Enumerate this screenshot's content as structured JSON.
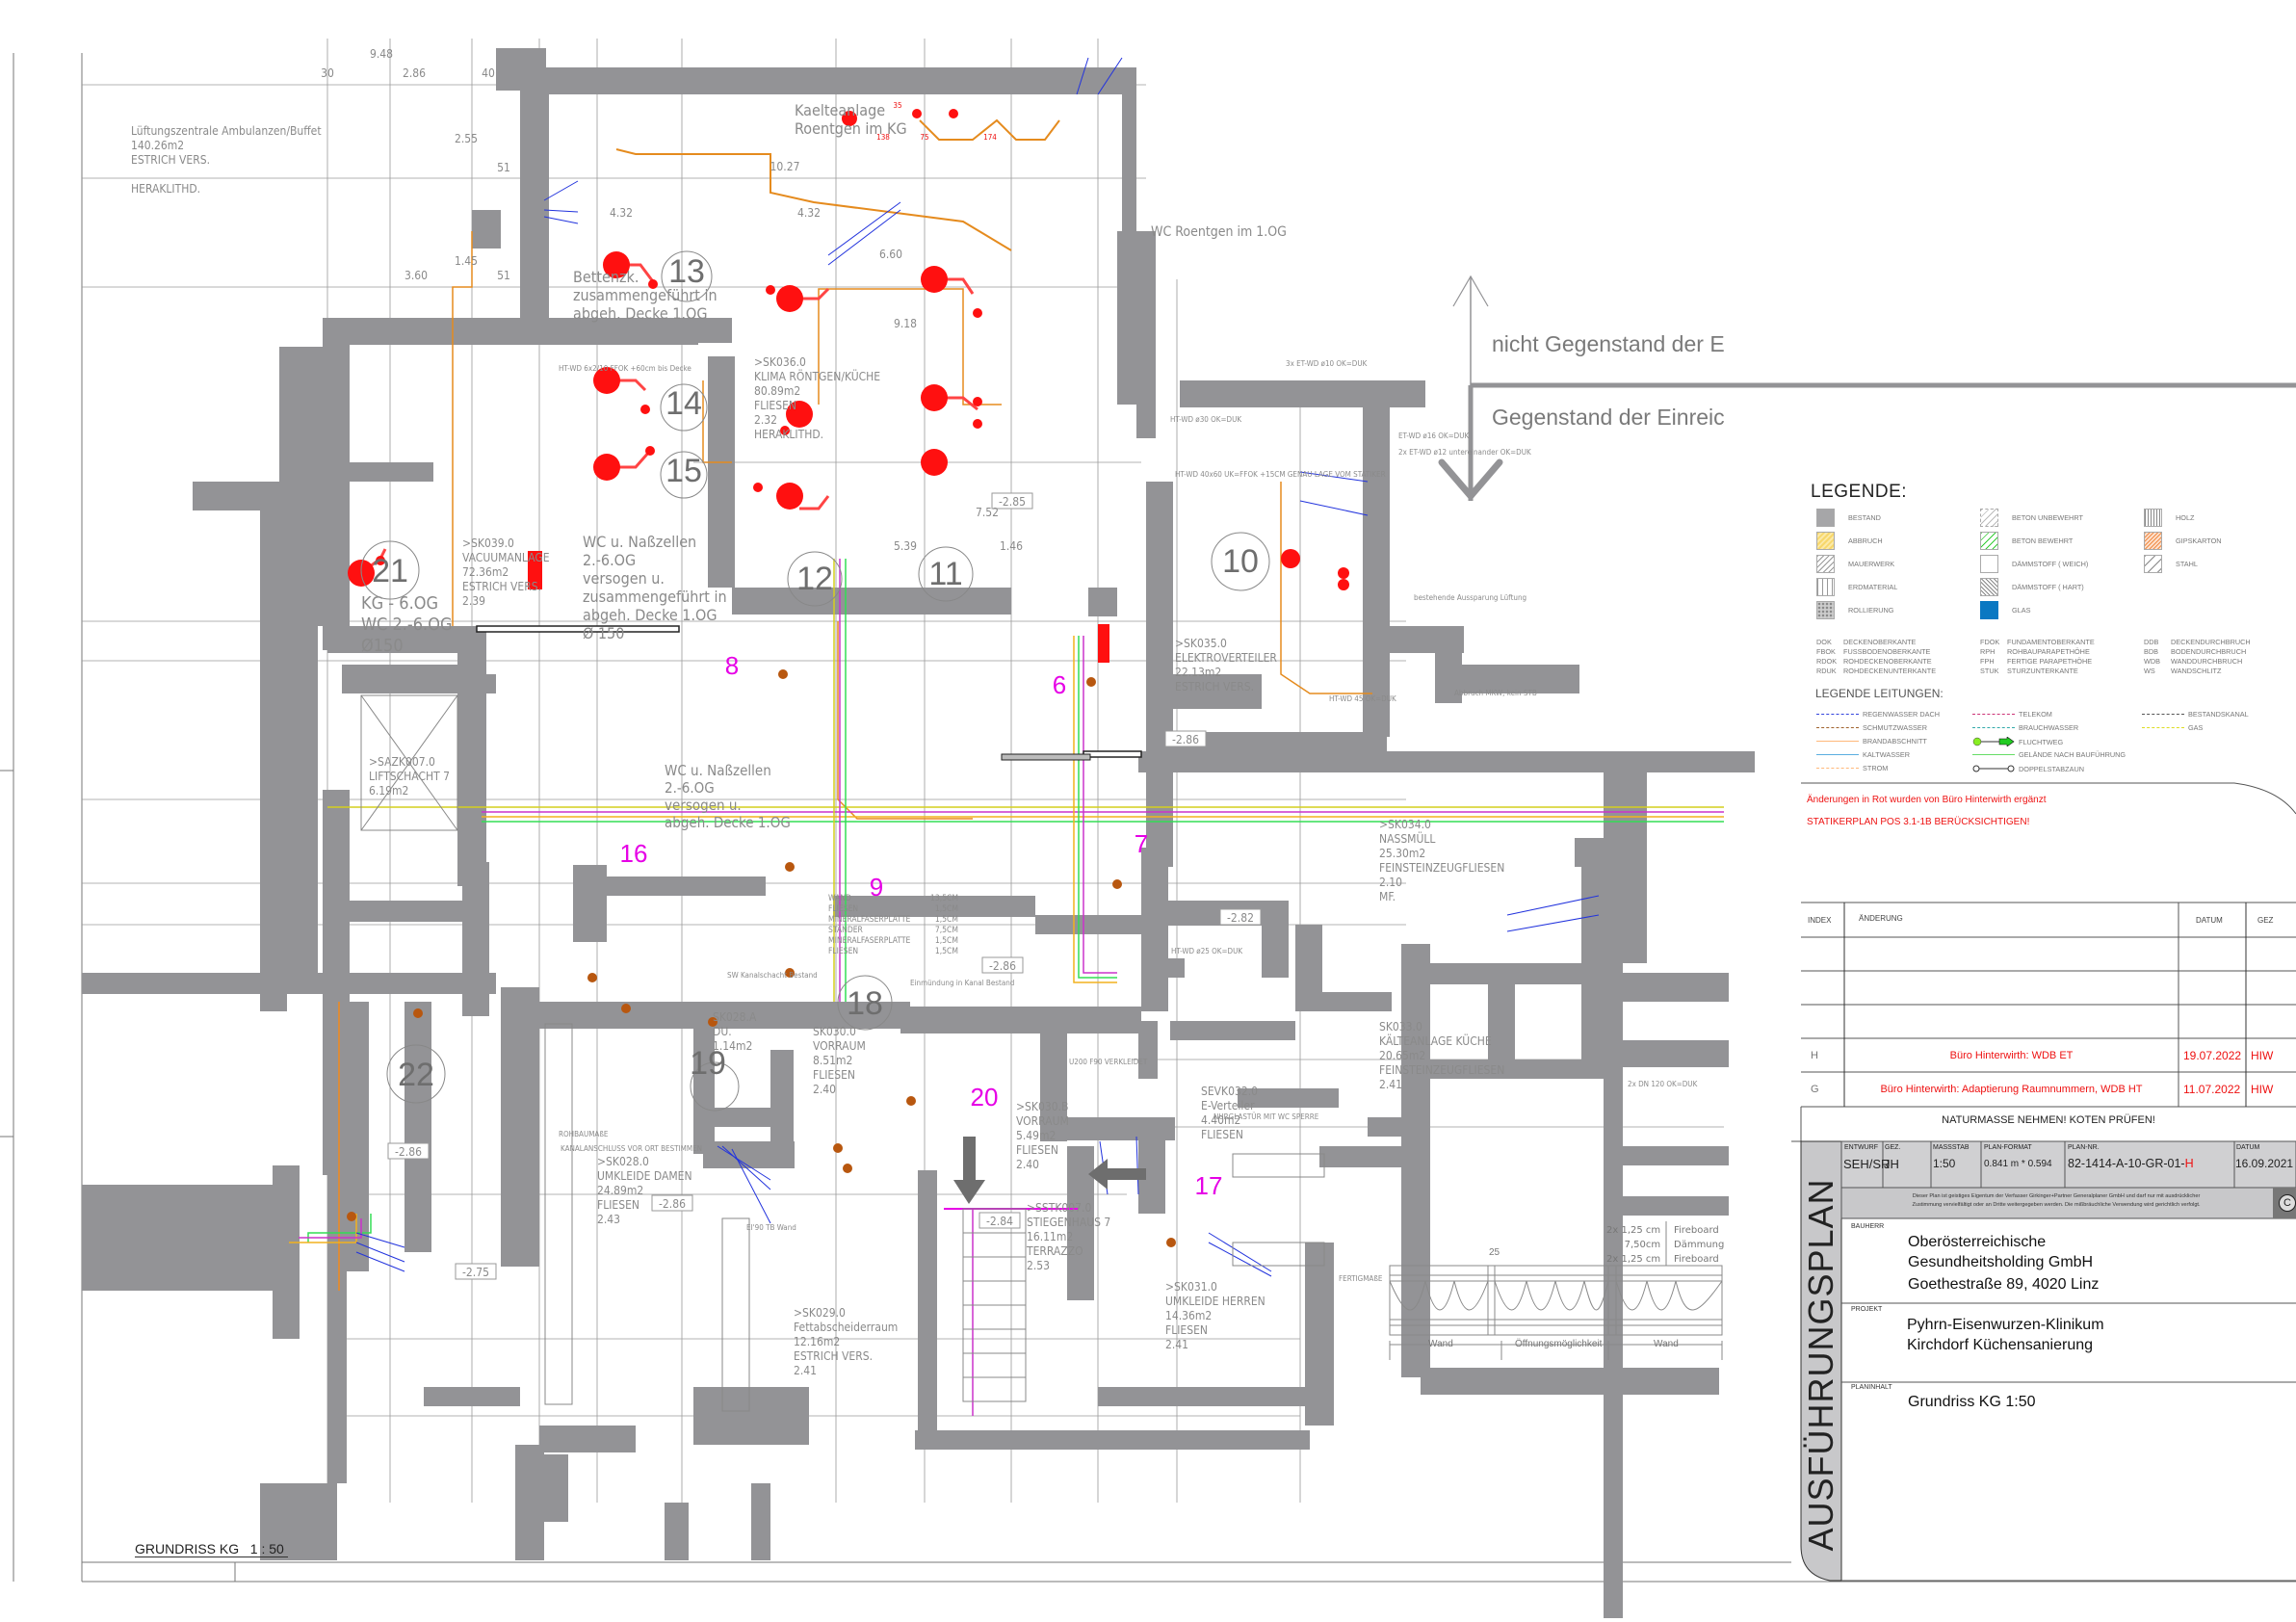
{
  "drawing": {
    "title": "GRUNDRISS KG   1 : 50",
    "boundary_labels": {
      "not_subject": "nicht Gegenstand der E",
      "subject": "Gegenstand der Einreic"
    },
    "rooms": [
      {
        "num": "21",
        "style": "grey",
        "lines": [
          "KG - 6.OG",
          "WC 2.-6.OG",
          "Ø150"
        ]
      },
      {
        "num": "22",
        "style": "grey",
        "lines": []
      },
      {
        "num": "14",
        "style": "grey",
        "lines": []
      },
      {
        "num": "15",
        "style": "grey",
        "lines": []
      },
      {
        "num": "13",
        "style": "grey",
        "lines": []
      },
      {
        "num": "12",
        "style": "grey",
        "lines": []
      },
      {
        "num": "11",
        "style": "grey",
        "lines": []
      },
      {
        "num": "10",
        "style": "grey",
        "lines": []
      },
      {
        "num": "19",
        "style": "grey",
        "lines": []
      },
      {
        "num": "18",
        "style": "grey",
        "lines": []
      },
      {
        "num": "8",
        "style": "magenta",
        "lines": []
      },
      {
        "num": "6",
        "style": "magenta",
        "lines": []
      },
      {
        "num": "7",
        "style": "magenta",
        "lines": []
      },
      {
        "num": "9",
        "style": "magenta",
        "lines": []
      },
      {
        "num": "16",
        "style": "magenta",
        "lines": []
      },
      {
        "num": "17",
        "style": "magenta",
        "lines": []
      },
      {
        "num": "20",
        "style": "magenta",
        "lines": []
      }
    ],
    "room_labels": [
      {
        "id": "lueftung",
        "lines": [
          "Lüftungszentrale Ambulanzen/Buffet",
          "140.26m2",
          "ESTRICH VERS.",
          "",
          "HERAKLITHD."
        ]
      },
      {
        "id": "kaelte-roentgen",
        "lines": [
          "Kaelteanlage",
          "Roentgen im KG"
        ]
      },
      {
        "id": "wc-roentgen",
        "lines": [
          "WC Roentgen im 1.OG"
        ]
      },
      {
        "id": "bettenzk",
        "lines": [
          "Bettenzk.",
          "zusammengeführt in",
          "abgeh. Decke 1.OG"
        ]
      },
      {
        "id": "sk036",
        "lines": [
          ">SK036.0",
          "KLIMA RÖNTGEN/KÜCHE",
          "80.89m2",
          "FLIESEN",
          "2.32",
          "HERAKLITHD."
        ]
      },
      {
        "id": "sk039",
        "lines": [
          ">SK039.0",
          "VACUUMANLAGE",
          "72.36m2",
          "ESTRICH VERS.",
          "2.39"
        ]
      },
      {
        "id": "wc-nass-1",
        "lines": [
          "WC u. Naßzellen",
          "2.-6.OG",
          "versogen u.",
          "zusammengeführt in",
          "abgeh. Decke 1.OG",
          "Ø 150"
        ]
      },
      {
        "id": "wc-nass-2",
        "lines": [
          "WC u. Naßzellen",
          "2.-6.OG",
          "versogen u.",
          "abgeh. Decke 1.OG"
        ]
      },
      {
        "id": "sazk007",
        "lines": [
          ">SAZK007.0",
          "LIFTSCHACHT 7",
          "6.19m2"
        ]
      },
      {
        "id": "sk035",
        "lines": [
          ">SK035.0",
          "ELEKTROVERTEILER",
          "22.13m2",
          "ESTRICH VERS."
        ]
      },
      {
        "id": "sk034",
        "lines": [
          ">SK034.0",
          "NASSMÜLL",
          "25.30m2",
          "FEINSTEINZEUGFLIESEN",
          "2.10",
          "MF."
        ]
      },
      {
        "id": "sk033",
        "lines": [
          "SK033.0",
          "KÄLTEANLAGE KÜCHE",
          "20.65m2",
          "FEINSTEINZEUGFLIESEN",
          "2.41"
        ]
      },
      {
        "id": "sevk032",
        "lines": [
          "SEVK032.0",
          "E-Verteiler",
          "4.40m2",
          "FLIESEN"
        ]
      },
      {
        "id": "sk030",
        "lines": [
          "SK030.0",
          "VORRAUM",
          "8.51m2",
          "FLIESEN",
          "2.40"
        ]
      },
      {
        "id": "sk030b",
        "lines": [
          ">SK030.B",
          "VORRAUM",
          "5.49m2",
          "FLIESEN",
          "2.40"
        ]
      },
      {
        "id": "sk028a",
        "lines": [
          "SK028.A",
          "DU.",
          "1.14m2"
        ]
      },
      {
        "id": "sk028",
        "lines": [
          ">SK028.0",
          "UMKLEIDE DAMEN",
          "24.89m2",
          "FLIESEN",
          "2.43"
        ]
      },
      {
        "id": "sk029",
        "lines": [
          ">SK029.0",
          "Fettabscheiderraum",
          "12.16m2",
          "ESTRICH VERS.",
          "2.41"
        ]
      },
      {
        "id": "sstk007",
        "lines": [
          ">SSTK007.0",
          "STIEGENHAUS 7",
          "16.11m2",
          "TERRAZZO",
          "2.53"
        ]
      },
      {
        "id": "sk031",
        "lines": [
          ">SK031.0",
          "UMKLEIDE HERREN",
          "14.36m2",
          "FLIESEN",
          "2.41"
        ]
      }
    ],
    "annotations": [
      "HT-WD ø30 OK=DUK",
      "HT-WD 40x60 UK=FFOK +15CM GENAU LAGE VOM STATIKER",
      "ET-WD ø16 OK=DUK",
      "2x ET-WD ø12 untereinander OK=DUK",
      "3x ET-WD ø10 OK=DUK",
      "bestehende Aussparung Lüftung",
      "Abbruch MKW, kein STB",
      "HT-WD ø25 OK=DUK",
      "HT-WD 45 OK=DUK",
      "2x DN 120 OK=DUK",
      "NURGLASTÜR MIT WC SPERRE",
      "SW Kanalschacht Bestand",
      "Einmündung in Kanal Bestand",
      "KANALANSCHLUSS VOR ORT BESTIMMEN",
      "U200 F90 VERKLEIDET",
      "EI'90 TB Wand",
      "ROHBAUMAßE",
      "FERTIGMAßE",
      "HT-WD 6x2/10 FFOK +60cm bis Decke"
    ],
    "wall_build_up": {
      "left": [
        "WAND",
        "FLIESEN",
        "MINERALFASERPLATTE",
        "STÄNDER",
        "MINERALFASERPLATTE",
        "FLIESEN"
      ],
      "right": [
        "13,5CM",
        "1,5CM",
        "1,5CM",
        "7,5CM",
        "1,5CM",
        "1,5CM"
      ]
    },
    "levels": [
      "-2.85",
      "-2.86",
      "-2.82",
      "-2.86",
      "-2.86",
      "-2.75",
      "-2.84",
      "-2.86"
    ],
    "dimensions_top": [
      "30",
      "9.48",
      "2.86",
      "40",
      "2.55",
      "51",
      "3.60",
      "1.45",
      "51",
      "10.27",
      "4.32",
      "4.32",
      "6.60",
      "9.18",
      "5.39",
      "1.46",
      "7.52"
    ],
    "red_dims": [
      "138",
      "75",
      "174",
      "35"
    ],
    "detail": {
      "layers_left": [
        "2x  1,25 cm",
        "7,50cm",
        "2x  1,25 cm"
      ],
      "layers_right": [
        "Fireboard",
        "Dämmung",
        "Fireboard"
      ],
      "gap": "25",
      "bottom_labels": [
        "Wand",
        "Öffnungsmöglichkeit",
        "Wand"
      ]
    }
  },
  "legend": {
    "title": "LEGENDE:",
    "materials": [
      {
        "label": "BESTAND",
        "swatch": "bestand"
      },
      {
        "label": "ABBRUCH",
        "swatch": "abbruch"
      },
      {
        "label": "MAUERWERK",
        "swatch": "mauerwerk"
      },
      {
        "label": "ERDMATERIAL",
        "swatch": "erdmaterial"
      },
      {
        "label": "ROLLIERUNG",
        "swatch": "rollierung"
      },
      {
        "label": "BETON UNBEWEHRT",
        "swatch": "beton-unbewehrt"
      },
      {
        "label": "BETON BEWEHRT",
        "swatch": "beton-bewehrt"
      },
      {
        "label": "DÄMMSTOFF ( WEICH)",
        "swatch": "daemm-weich"
      },
      {
        "label": "DÄMMSTOFF ( HART)",
        "swatch": "daemm-hart"
      },
      {
        "label": "GLAS",
        "swatch": "glas"
      },
      {
        "label": "HOLZ",
        "swatch": "holz"
      },
      {
        "label": "GIPSKARTON",
        "swatch": "gipskarton"
      },
      {
        "label": "STAHL",
        "swatch": "stahl"
      }
    ],
    "abbreviations": [
      {
        "abbr": "DOK",
        "text": "DECKENOBERKANTE"
      },
      {
        "abbr": "FBOK",
        "text": "FUSSBODENOBERKANTE"
      },
      {
        "abbr": "RDOK",
        "text": "ROHDECKENOBERKANTE"
      },
      {
        "abbr": "RDUK",
        "text": "ROHDECKENUNTERKANTE"
      },
      {
        "abbr": "FDOK",
        "text": "FUNDAMENTOBERKANTE"
      },
      {
        "abbr": "RPH",
        "text": "ROHBAUPARAPETHÖHE"
      },
      {
        "abbr": "FPH",
        "text": "FERTIGE PARAPETHÖHE"
      },
      {
        "abbr": "STUK",
        "text": "STURZUNTERKANTE"
      },
      {
        "abbr": "DDB",
        "text": "DECKENDURCHBRUCH"
      },
      {
        "abbr": "BDB",
        "text": "BODENDURCHBRUCH"
      },
      {
        "abbr": "WDB",
        "text": "WANDDURCHBRUCH"
      },
      {
        "abbr": "WS",
        "text": "WANDSCHLITZ"
      }
    ],
    "lines_title": "LEGENDE LEITUNGEN:",
    "lines": [
      {
        "label": "REGENWASSER DACH",
        "color": "#3344dd",
        "style": "dashdot"
      },
      {
        "label": "SCHMUTZWASSER",
        "color": "#a0622d",
        "style": "dashdot"
      },
      {
        "label": "BRANDABSCHNITT",
        "color": "#ffb87a",
        "style": "solid"
      },
      {
        "label": "KALTWASSER",
        "color": "#5aaee0",
        "style": "solid"
      },
      {
        "label": "STROM",
        "color": "#ffb87a",
        "style": "dashdot"
      },
      {
        "label": "TELEKOM",
        "color": "#cc3377",
        "style": "dashdot"
      },
      {
        "label": "BRAUCHWASSER",
        "color": "#33aaaa",
        "style": "dashdot"
      },
      {
        "label": "FLUCHTWEG",
        "color": "#22cc22",
        "style": "arrow"
      },
      {
        "label": "GELÄNDE NACH BAUFÜHRUNG",
        "color": "#66dd66",
        "style": "solid"
      },
      {
        "label": "DOPPELSTABZAUN",
        "color": "#333333",
        "style": "fence"
      },
      {
        "label": "BESTANDSKANAL",
        "color": "#555555",
        "style": "dashdot"
      },
      {
        "label": "GAS",
        "color": "#dddd22",
        "style": "dashdot"
      }
    ]
  },
  "notes": {
    "red_line_1": "Änderungen in Rot wurden von Büro Hinterwirth ergänzt",
    "red_line_2": "STATIKERPLAN POS 3.1-1B BERÜCKSICHTIGEN!"
  },
  "revisions": {
    "headers": {
      "index": "INDEX",
      "change": "ÄNDERUNG",
      "date": "DATUM",
      "by": "GEZ"
    },
    "rows": [
      {
        "index": "",
        "change": "",
        "date": "",
        "by": ""
      },
      {
        "index": "",
        "change": "",
        "date": "",
        "by": ""
      },
      {
        "index": "",
        "change": "",
        "date": "",
        "by": ""
      },
      {
        "index": "",
        "change": "",
        "date": "",
        "by": ""
      },
      {
        "index": "H",
        "change": "Büro Hinterwirth:  WDB ET",
        "date": "19.07.2022",
        "by": "HIW"
      },
      {
        "index": "G",
        "change": "Büro Hinterwirth: Adaptierung Raumnummern, WDB HT",
        "date": "11.07.2022",
        "by": "HIW"
      }
    ],
    "warning": "NATURMASSE NEHMEN! KOTEN PRÜFEN!"
  },
  "title_block": {
    "vertical_title": "AUSFÜHRUNGSPLAN",
    "entwurf_label": "ENTWURF",
    "entwurf": "SEH/SR",
    "gez_label": "GEZ.",
    "gez": "JH",
    "massstab_label": "MASSSTAB",
    "massstab": "1:50",
    "format_label": "PLAN-FORMAT",
    "format": "0.841 m * 0.594",
    "plannr_label": "PLAN-NR.",
    "plannr": "82-1414-A-10-GR-01-",
    "plannr_index": "H",
    "datum_label": "DATUM",
    "datum": "16.09.2021",
    "copyright_1": "Dieser Plan ist geistiges Eigentum der Verfasser Girkinger+Partner Generalplaner GmbH und darf nur mit ausdrücklicher",
    "copyright_2": "Zustimmung vervielfältigt oder an Dritte weitergegeben werden. Die mißbräuchliche Verwendung wird gerichtlich verfolgt.",
    "copyright_symbol": "C",
    "bauherr_label": "BAUHERR",
    "bauherr_1": "Oberösterreichische",
    "bauherr_2": "Gesundheitsholding GmbH",
    "bauherr_3": "Goethestraße 89, 4020 Linz",
    "projekt_label": "PROJEKT",
    "projekt_1": "Pyhrn-Eisenwurzen-Klinikum",
    "projekt_2": "Kirchdorf Küchensanierung",
    "planinhalt_label": "PLANINHALT",
    "planinhalt": "Grundriss KG 1:50"
  }
}
